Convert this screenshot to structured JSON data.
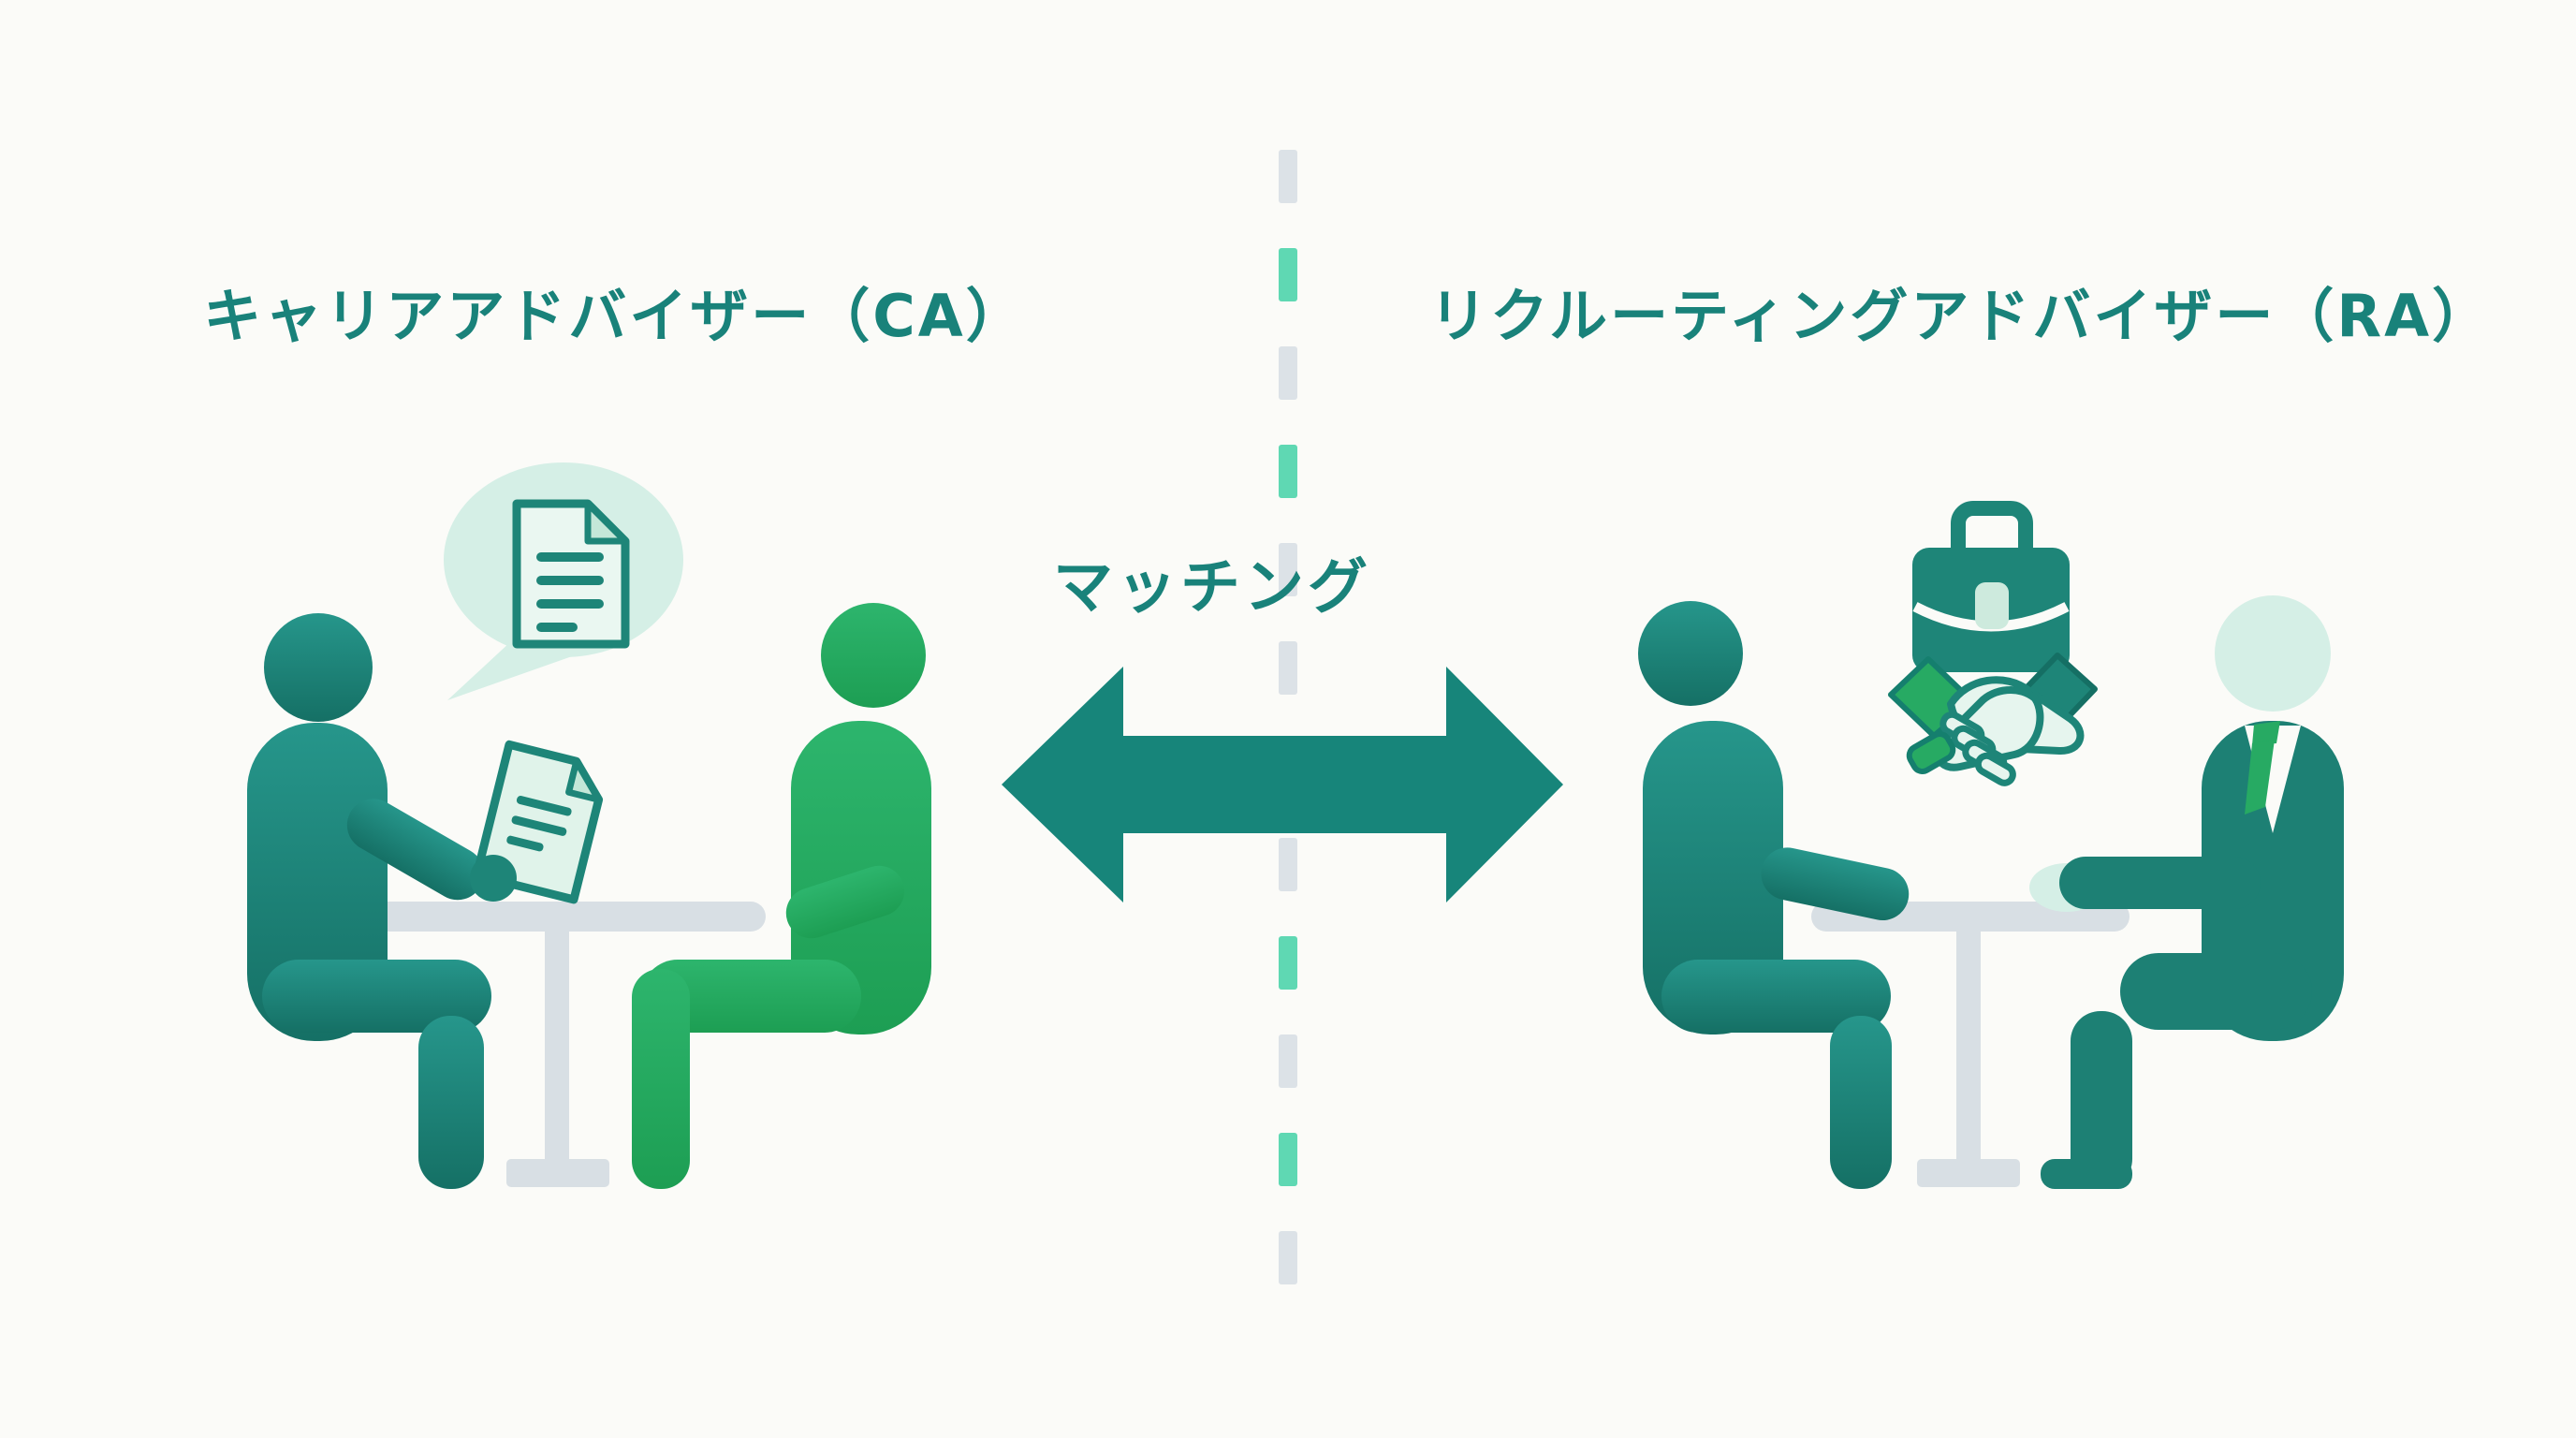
{
  "header": {
    "left_title": "キャリアアドバイザー（CA）",
    "right_title": "リクルーティングアドバイザー（RA）"
  },
  "center": {
    "matching_label": "マッチング",
    "arrow_type": "double-headed-horizontal",
    "divider_style": "vertical-dashed"
  },
  "left_scene": {
    "icons": [
      "speech-bubble-icon",
      "resume-document-icon",
      "held-document-icon",
      "person-career-advisor",
      "person-job-seeker",
      "table"
    ]
  },
  "right_scene": {
    "icons": [
      "briefcase-icon",
      "handshake-icon",
      "person-recruiting-advisor",
      "person-company-representative",
      "necktie-icon",
      "paper-on-table",
      "table"
    ]
  },
  "colors": {
    "background": "#fbfbf8",
    "teal_primary": "#1e8578",
    "teal_dark": "#157065",
    "green_accent": "#27aa63",
    "mint_light": "#d5efe6",
    "mint_lighter": "#e9f7f1",
    "mint_fold": "#c4e7d8",
    "table_gray": "#d8dfe4",
    "dash_gray": "#dce2e7",
    "dash_mint": "#5fd8b3",
    "title_text": "#19827a"
  }
}
